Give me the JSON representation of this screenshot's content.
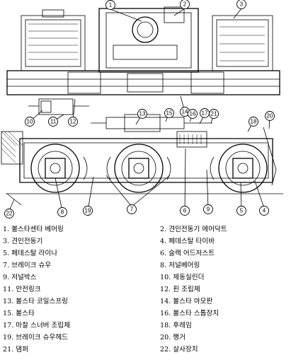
{
  "callouts": [
    "1",
    "2",
    "3",
    "4",
    "5",
    "6",
    "7",
    "8",
    "9",
    "10",
    "11",
    "12",
    "13",
    "14",
    "15",
    "16",
    "17",
    "18",
    "19",
    "20",
    "21",
    "22"
  ],
  "legend": [
    "1. 볼스타센타 베어링",
    "2. 견인전동기 에어닥트",
    "3. 견인전동기",
    "4. 페데스탈 타이바",
    "5. 페데스탈 라이나",
    "6. 슬랙 어드저스트",
    "7. 브레이크 슈우",
    "8. 저널베어링",
    "9. 저널박스",
    "10. 제동실린더",
    "11. 안전링크",
    "12. 핀 조립체",
    "13. 볼스타 코일스프링",
    "14. 볼스타 마모판",
    "15. 볼스타",
    "16. 볼스타 스톱장치",
    "17. 마찰 스너버 조립체",
    "18. 후레임",
    "19. 브레이크 슈우헤드",
    "20. 행거",
    "21. 댐퍼",
    "22. 살사장치"
  ]
}
